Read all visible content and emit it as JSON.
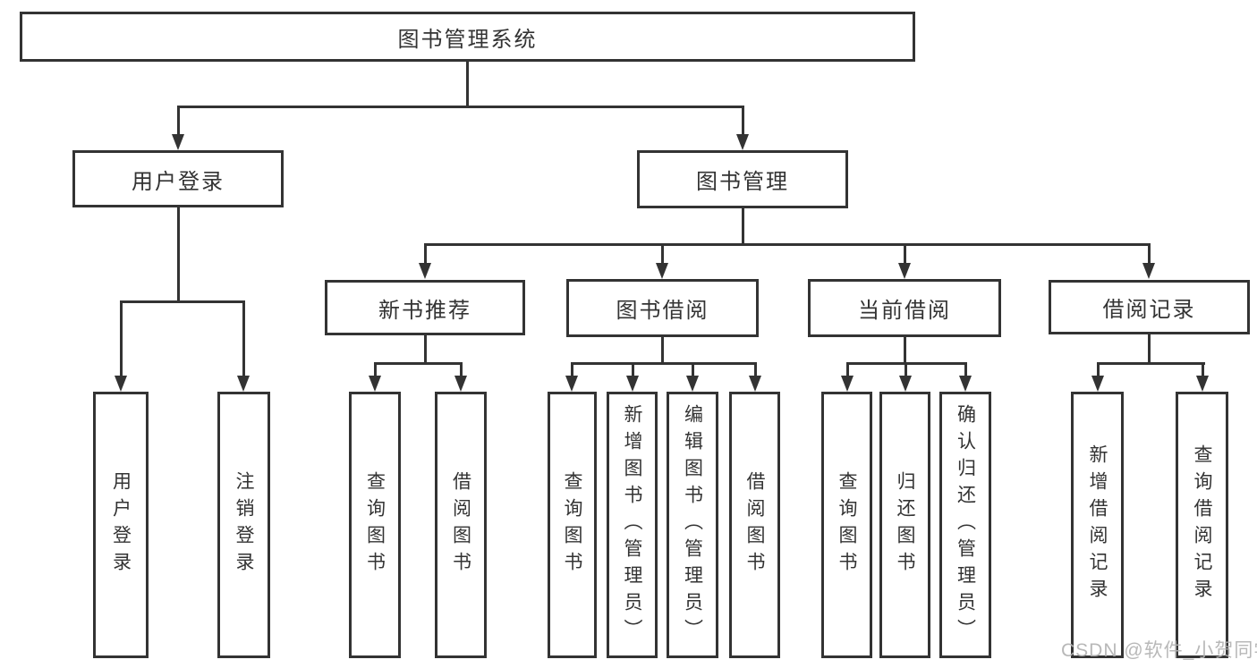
{
  "diagram": {
    "root": {
      "label": "图书管理系统"
    },
    "level2": [
      {
        "label": "用户登录"
      },
      {
        "label": "图书管理"
      }
    ],
    "level3": [
      {
        "label": "新书推荐"
      },
      {
        "label": "图书借阅"
      },
      {
        "label": "当前借阅"
      },
      {
        "label": "借阅记录"
      }
    ],
    "leaves": [
      {
        "group": "user-login",
        "label": "用户登录"
      },
      {
        "group": "user-login",
        "label": "注销登录"
      },
      {
        "group": "new-book",
        "label": "查询图书"
      },
      {
        "group": "new-book",
        "label": "借阅图书"
      },
      {
        "group": "book-borrow",
        "label": "查询图书"
      },
      {
        "group": "book-borrow",
        "label": "新增图书（管理员）"
      },
      {
        "group": "book-borrow",
        "label": "编辑图书（管理员）"
      },
      {
        "group": "book-borrow",
        "label": "借阅图书"
      },
      {
        "group": "current-borrow",
        "label": "查询图书"
      },
      {
        "group": "current-borrow",
        "label": "归还图书"
      },
      {
        "group": "current-borrow",
        "label": "确认归还（管理员）"
      },
      {
        "group": "borrow-record",
        "label": "新增借阅记录"
      },
      {
        "group": "borrow-record",
        "label": "查询借阅记录"
      }
    ]
  },
  "watermark": {
    "text": "CSDN @软件_小贺同学"
  },
  "colors": {
    "line": "#333333",
    "background": "#ffffff",
    "watermark": "#b2b2b2"
  }
}
